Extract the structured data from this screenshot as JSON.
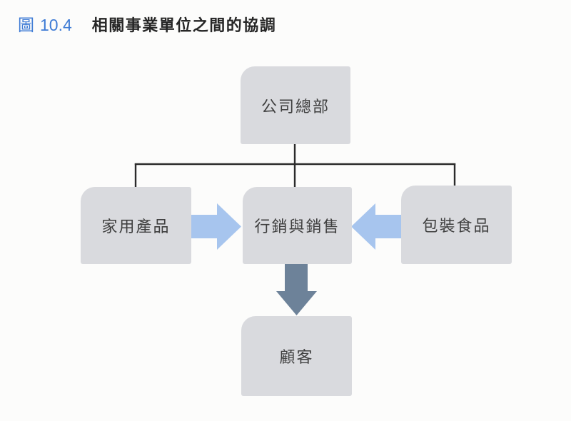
{
  "figure": {
    "label": "圖",
    "number": "10.4",
    "title": "相關事業單位之間的協調"
  },
  "diagram": {
    "nodes": [
      {
        "id": "headquarters",
        "label": "公司總部"
      },
      {
        "id": "household-products",
        "label": "家用產品"
      },
      {
        "id": "marketing-sales",
        "label": "行銷與銷售"
      },
      {
        "id": "packaged-foods",
        "label": "包裝食品"
      },
      {
        "id": "customers",
        "label": "顧客"
      }
    ],
    "edges": [
      {
        "from": "headquarters",
        "to": "household-products",
        "style": "plain-line"
      },
      {
        "from": "headquarters",
        "to": "marketing-sales",
        "style": "plain-line"
      },
      {
        "from": "headquarters",
        "to": "packaged-foods",
        "style": "plain-line"
      },
      {
        "from": "household-products",
        "to": "marketing-sales",
        "style": "blue-block-arrow"
      },
      {
        "from": "packaged-foods",
        "to": "marketing-sales",
        "style": "blue-block-arrow"
      },
      {
        "from": "marketing-sales",
        "to": "customers",
        "style": "dark-block-arrow"
      }
    ]
  },
  "colors": {
    "figure_accent": "#3e7bd5",
    "title_text": "#262626",
    "box_fill": "#d9dade",
    "box_text": "#3f3f3f",
    "arrow_blue": "#a7c5ee",
    "arrow_dark": "#6d8299",
    "connector_line": "#2b2b2b",
    "background": "#fcfcfb"
  }
}
